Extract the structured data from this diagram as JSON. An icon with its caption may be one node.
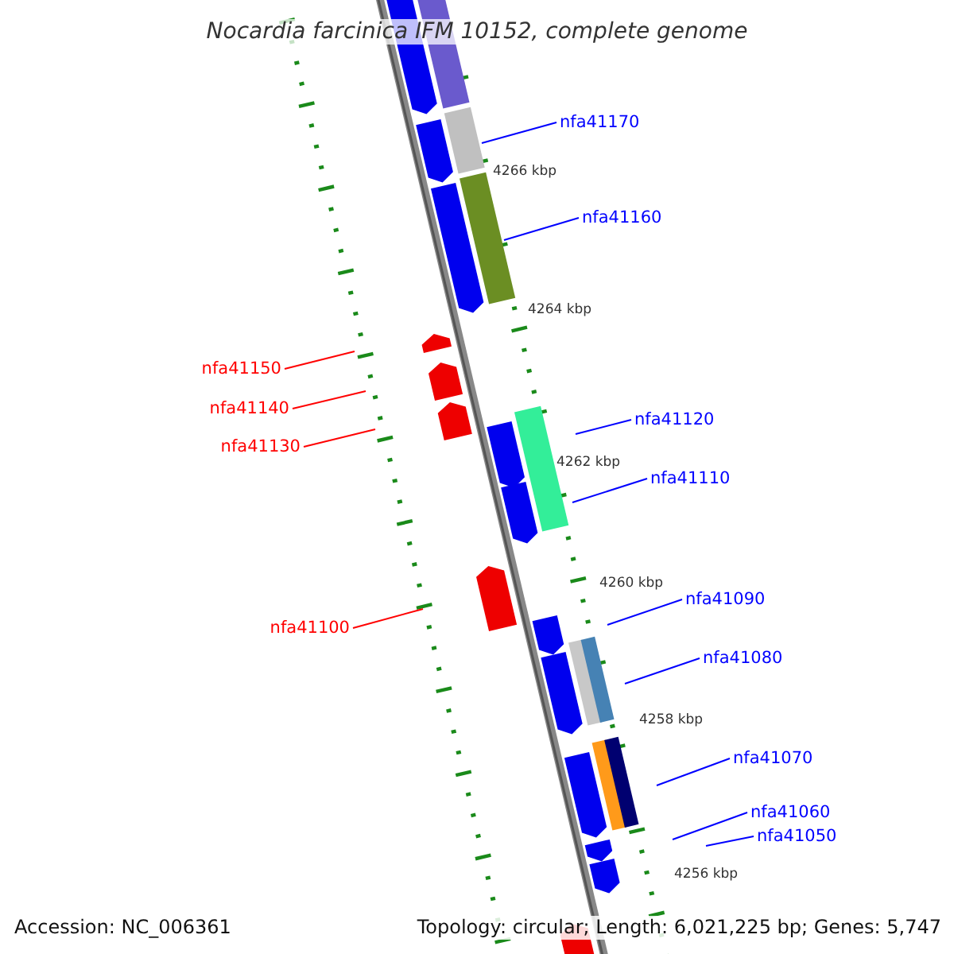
{
  "diagram": {
    "title": "Nocardia farcinica IFM 10152, complete genome",
    "nodes": [
      {
        "text": [
          "nfa41170"
        ]
      },
      {
        "text": [
          "nfa41160"
        ]
      },
      {
        "text": [
          "nfa41150"
        ]
      },
      {
        "text": [
          "nfa41140"
        ]
      },
      {
        "text": [
          "nfa41130"
        ]
      },
      {
        "text": [
          "nfa41120"
        ]
      },
      {
        "text": [
          "nfa41110"
        ]
      },
      {
        "text": [
          "nfa41100"
        ]
      },
      {
        "text": [
          "nfa41090"
        ]
      },
      {
        "text": [
          "nfa41080"
        ]
      },
      {
        "text": [
          "nfa41070"
        ]
      },
      {
        "text": [
          "nfa41060"
        ]
      },
      {
        "text": [
          "nfa41050"
        ]
      }
    ],
    "edges": [
      {
        "from": 0,
        "to": null,
        "arrow": "none"
      },
      {
        "from": 1,
        "to": null,
        "arrow": "none"
      },
      {
        "from": 2,
        "to": null,
        "arrow": "none",
        "color": "#ff0000"
      },
      {
        "from": 3,
        "to": null,
        "arrow": "none",
        "color": "#ff0000"
      },
      {
        "from": 4,
        "to": null,
        "arrow": "none",
        "color": "#ff0000"
      },
      {
        "from": 5,
        "to": null,
        "arrow": "none"
      },
      {
        "from": 6,
        "to": null,
        "arrow": "none"
      },
      {
        "from": 7,
        "to": null,
        "arrow": "none",
        "color": "#ff0000"
      },
      {
        "from": 8,
        "to": null,
        "arrow": "none"
      },
      {
        "from": 9,
        "to": null,
        "arrow": "none"
      },
      {
        "from": 10,
        "to": null,
        "arrow": "none"
      },
      {
        "from": 11,
        "to": null,
        "arrow": "none"
      },
      {
        "from": 12,
        "to": null,
        "arrow": "none"
      }
    ],
    "labels": [
      "4266 kbp",
      "4264 kbp",
      "4262 kbp",
      "4260 kbp",
      "4258 kbp",
      "4256 kbp",
      "Accession: NC_006361",
      "Topology: circular; Length: 6,021,225 bp; Genes: 5,747"
    ]
  }
}
